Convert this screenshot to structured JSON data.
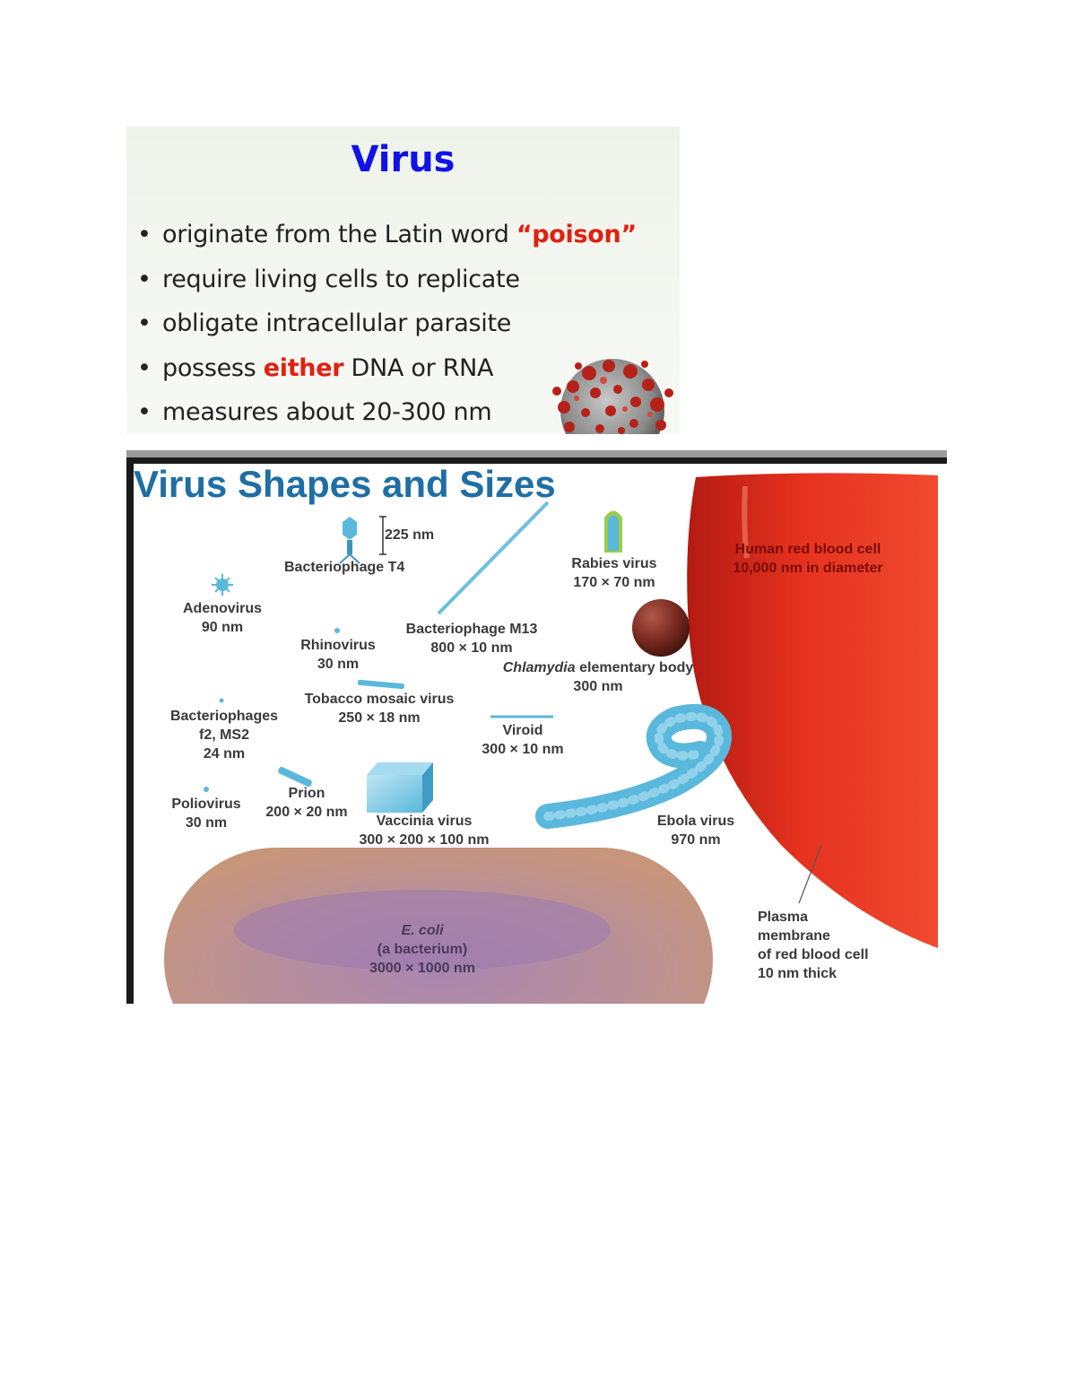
{
  "slide1": {
    "title": "Virus",
    "bullets": [
      {
        "text": "originate from the Latin word ",
        "highlight": "“poison”",
        "after": ""
      },
      {
        "text": "require living cells to replicate",
        "highlight": "",
        "after": ""
      },
      {
        "text": "obligate intracellular parasite",
        "highlight": "",
        "after": ""
      },
      {
        "text": "possess ",
        "highlight": "either",
        "after": " DNA or RNA"
      },
      {
        "text": "measures about 20-300 nm",
        "highlight": "",
        "after": ""
      }
    ],
    "bullet_char": "•",
    "image_icon": "coronavirus-icon",
    "colors": {
      "title": "#1212e6",
      "highlight": "#e02010"
    }
  },
  "slide2": {
    "title": "Virus Shapes and Sizes",
    "labels": {
      "t4_scale": "225 nm",
      "t4_name": "Bacteriophage T4",
      "adeno_name": "Adenovirus",
      "adeno_size": "90 nm",
      "rhino_name": "Rhinovirus",
      "rhino_size": "30 nm",
      "m13_name": "Bacteriophage M13",
      "m13_size": "800 × 10 nm",
      "rabies_name": "Rabies virus",
      "rabies_size": "170 × 70 nm",
      "rbc_name": "Human red blood cell",
      "rbc_size": "10,000 nm in diameter",
      "chlamydia_italic": "Chlamydia",
      "chlamydia_rest": " elementary body",
      "chlamydia_size": "300 nm",
      "tmv_name": "Tobacco mosaic virus",
      "tmv_size": "250 × 18 nm",
      "phages_name": "Bacteriophages",
      "phages_sub": "f2, MS2",
      "phages_size": "24 nm",
      "viroid_name": "Viroid",
      "viroid_size": "300 × 10 nm",
      "polio_name": "Poliovirus",
      "polio_size": "30 nm",
      "prion_name": "Prion",
      "prion_size": "200 × 20 nm",
      "vaccinia_name": "Vaccinia virus",
      "vaccinia_size": "300 × 200 × 100 nm",
      "ebola_name": "Ebola virus",
      "ebola_size": "970 nm",
      "ecoli_name": "E. coli",
      "ecoli_sub": "(a bacterium)",
      "ecoli_size": "3000 × 1000 nm",
      "plasma_1": "Plasma",
      "plasma_2": "membrane",
      "plasma_3": "of red blood cell",
      "plasma_4": "10 nm thick"
    },
    "colors": {
      "title": "#1f6ea4",
      "virus": "#5ab8dc",
      "rbc": "#e3301f",
      "ecoli": "#b98c7c"
    }
  }
}
